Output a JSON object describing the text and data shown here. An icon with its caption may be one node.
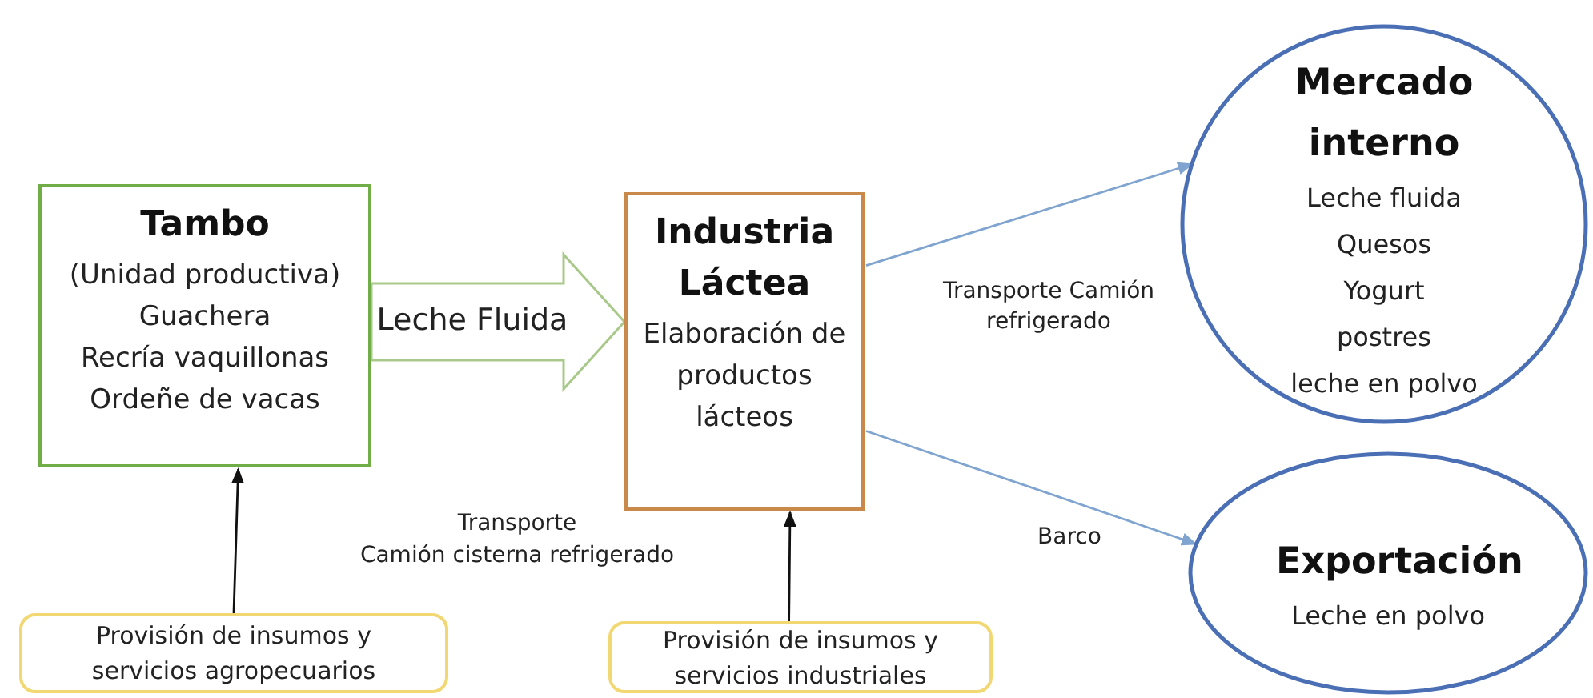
{
  "diagram": {
    "nodes": [
      {
        "text": [
          "Tambo",
          "(Unidad productiva)",
          "Guachera",
          "Recría vaquillonas",
          "Ordeñe de vacas"
        ]
      },
      {
        "text": [
          "Industria Láctea",
          "Elaboración de productos lácteos"
        ]
      },
      {
        "text": [
          "Mercado interno",
          "Leche fluida",
          "Quesos",
          "Yogurt",
          "postres",
          "leche en polvo"
        ]
      },
      {
        "text": [
          "Exportación",
          "Leche en polvo"
        ]
      },
      {
        "text": [
          "Provisión de insumos y servicios agropecuarios"
        ]
      },
      {
        "text": [
          "Provisión de insumos y servicios industriales"
        ]
      }
    ],
    "edges": [
      {
        "from": 0,
        "to": 1,
        "arrow": "to",
        "label": "Leche Fluida",
        "style": "thick",
        "color": "#a9c98a"
      },
      {
        "from": 1,
        "to": 2,
        "arrow": "to",
        "label": "Transporte Camión refrigerado",
        "color": "#7fa4cf"
      },
      {
        "from": 1,
        "to": 3,
        "arrow": "to",
        "label": "Barco",
        "color": "#7fa4cf"
      },
      {
        "from": 4,
        "to": 0,
        "arrow": "to",
        "color": "#111111"
      },
      {
        "from": 5,
        "to": 1,
        "arrow": "to",
        "color": "#111111"
      }
    ],
    "labels": [
      "Transporte",
      "Camión cisterna refrigerado"
    ]
  }
}
